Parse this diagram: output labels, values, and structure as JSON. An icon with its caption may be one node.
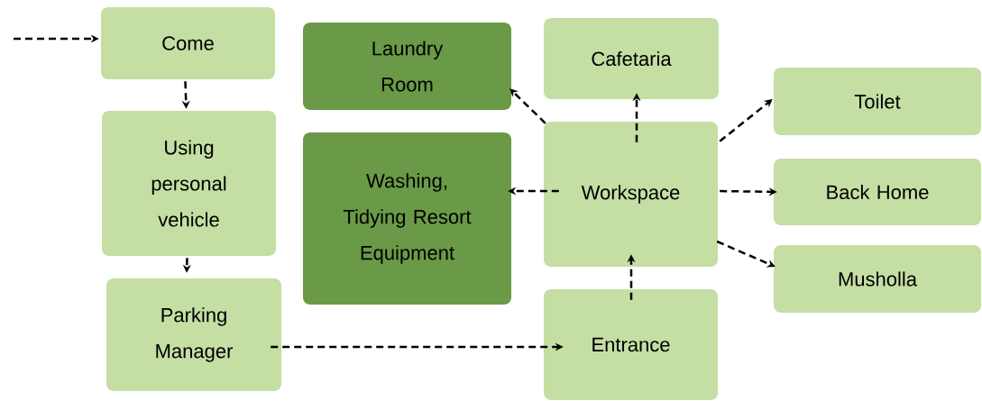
{
  "diagram": {
    "nodes": [
      {
        "text": [
          "Come"
        ]
      },
      {
        "text": [
          "Using personal vehicle"
        ]
      },
      {
        "text": [
          "Parking Manager"
        ]
      },
      {
        "text": [
          "Laundry Room"
        ]
      },
      {
        "text": [
          "Washing, Tidying Resort Equipment"
        ]
      },
      {
        "text": [
          "Cafetaria"
        ]
      },
      {
        "text": [
          "Workspace"
        ]
      },
      {
        "text": [
          "Entrance"
        ]
      },
      {
        "text": [
          "Toilet"
        ]
      },
      {
        "text": [
          "Back Home"
        ]
      },
      {
        "text": [
          "Musholla"
        ]
      }
    ],
    "edges": [
      {
        "from": null,
        "to": 0,
        "arrow": "to",
        "style": "dashed"
      },
      {
        "from": 0,
        "to": 1,
        "arrow": "to",
        "style": "dashed"
      },
      {
        "from": 1,
        "to": 2,
        "arrow": "to",
        "style": "dashed"
      },
      {
        "from": 2,
        "to": 7,
        "arrow": "to",
        "style": "dashed"
      },
      {
        "from": 7,
        "to": 6,
        "arrow": "to",
        "style": "dashed"
      },
      {
        "from": 6,
        "to": 3,
        "arrow": "to",
        "style": "dashed"
      },
      {
        "from": 6,
        "to": 4,
        "arrow": "to",
        "style": "dashed"
      },
      {
        "from": 6,
        "to": 5,
        "arrow": "to",
        "style": "dashed"
      },
      {
        "from": 6,
        "to": 8,
        "arrow": "to",
        "style": "dashed"
      },
      {
        "from": 6,
        "to": 9,
        "arrow": "to",
        "style": "dashed"
      },
      {
        "from": 6,
        "to": 10,
        "arrow": "to",
        "style": "dashed"
      }
    ]
  }
}
